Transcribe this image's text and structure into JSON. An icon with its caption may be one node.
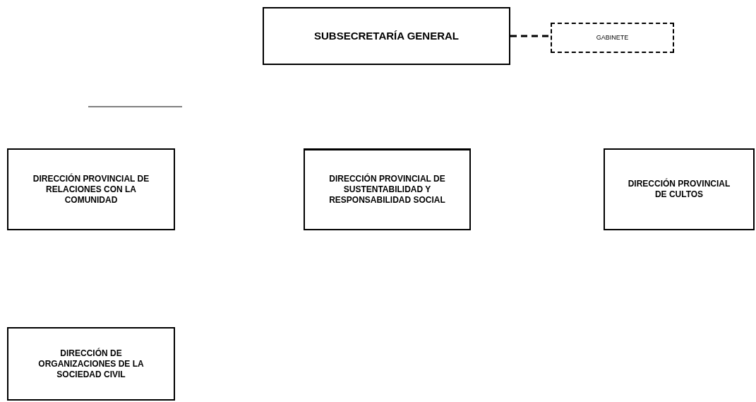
{
  "diagram": {
    "nodes": [
      {
        "text": [
          "SUBSECRETARÍA GENERAL"
        ]
      },
      {
        "text": [
          "GABINETE"
        ]
      },
      {
        "text": [
          "DIRECCIÓN PROVINCIAL DE RELACIONES CON LA COMUNIDAD"
        ]
      },
      {
        "text": [
          "DIRECCIÓN PROVINCIAL DE SUSTENTABILIDAD Y RESPONSABILIDAD SOCIAL"
        ]
      },
      {
        "text": [
          "DIRECCIÓN PROVINCIAL DE CULTOS"
        ]
      },
      {
        "text": [
          "DIRECCIÓN DE ORGANIZACIONES DE LA SOCIEDAD CIVIL"
        ]
      }
    ],
    "edges": [
      {
        "from": 0,
        "to": 1,
        "arrow": "none",
        "style": "dashed"
      }
    ]
  }
}
